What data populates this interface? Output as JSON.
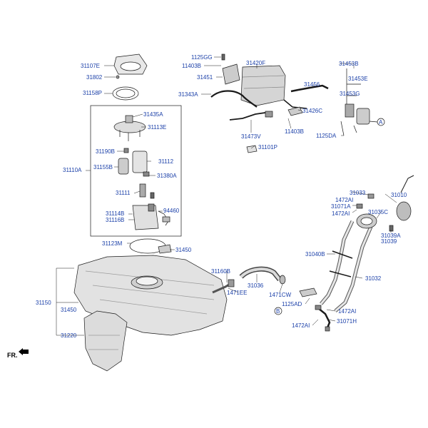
{
  "labels": {
    "p31107E": "31107E",
    "p31802": "31802",
    "p31158P": "31158P",
    "p31435A": "31435A",
    "p31113E": "31113E",
    "p31190B": "31190B",
    "p31112": "31112",
    "p31110A": "31110A",
    "p31155B": "31155B",
    "p31380A": "31380A",
    "p31111": "31111",
    "p94460": "94460",
    "p31114B": "31114B",
    "p31116B": "31116B",
    "p31123M": "31123M",
    "p31450a": "31450",
    "p31150": "31150",
    "p31450b": "31450",
    "p31220": "31220",
    "p1125GG": "1125GG",
    "p11403Ba": "11403B",
    "p31451": "31451",
    "p31420F": "31420F",
    "p31343A": "31343A",
    "p31456": "31456",
    "p31426C": "31426C",
    "p31473V": "31473V",
    "p11403Bb": "11403B",
    "p31101P": "31101P",
    "p31453B": "31453B",
    "p31453E": "31453E",
    "p31453G": "31453G",
    "p1125DA": "1125DA",
    "p31033": "31033",
    "p1472Aia": "1472AI",
    "p31071A": "31071A",
    "p1472Aib": "1472AI",
    "p31010": "31010",
    "p31035C": "31035C",
    "p31039A": "31039A",
    "p31039": "31039",
    "p31040B": "31040B",
    "p31032": "31032",
    "p31160B": "31160B",
    "p1471EE": "1471EE",
    "p31036": "31036",
    "p1471CW": "1471CW",
    "p1125AD": "1125AD",
    "p1472Aic": "1472AI",
    "p1472Aid": "1472AI",
    "p31071H": "31071H",
    "circleA": "A",
    "circleB": "B",
    "fr": "FR."
  },
  "colors": {
    "label": "#1a3fa8",
    "line": "#1a1a1a",
    "part_fill": "#d8d8d8",
    "part_dark": "#555555"
  }
}
